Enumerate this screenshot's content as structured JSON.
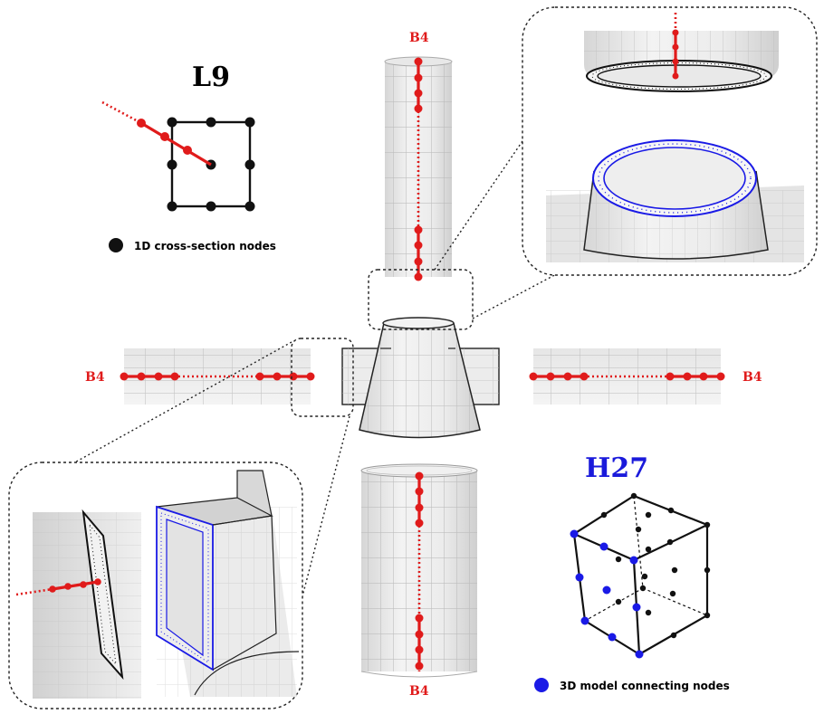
{
  "labels": {
    "l9_title": "L9",
    "h27_title": "H27",
    "beam_top": "B4",
    "beam_left": "B4",
    "beam_right": "B4",
    "beam_bottom": "B4"
  },
  "legend": {
    "cross_section": "1D cross-section nodes",
    "connecting": "3D model connecting nodes"
  },
  "colors": {
    "beam": "#e01b1b",
    "cross_section_node": "#111111",
    "connecting_node": "#1a1ae6"
  }
}
